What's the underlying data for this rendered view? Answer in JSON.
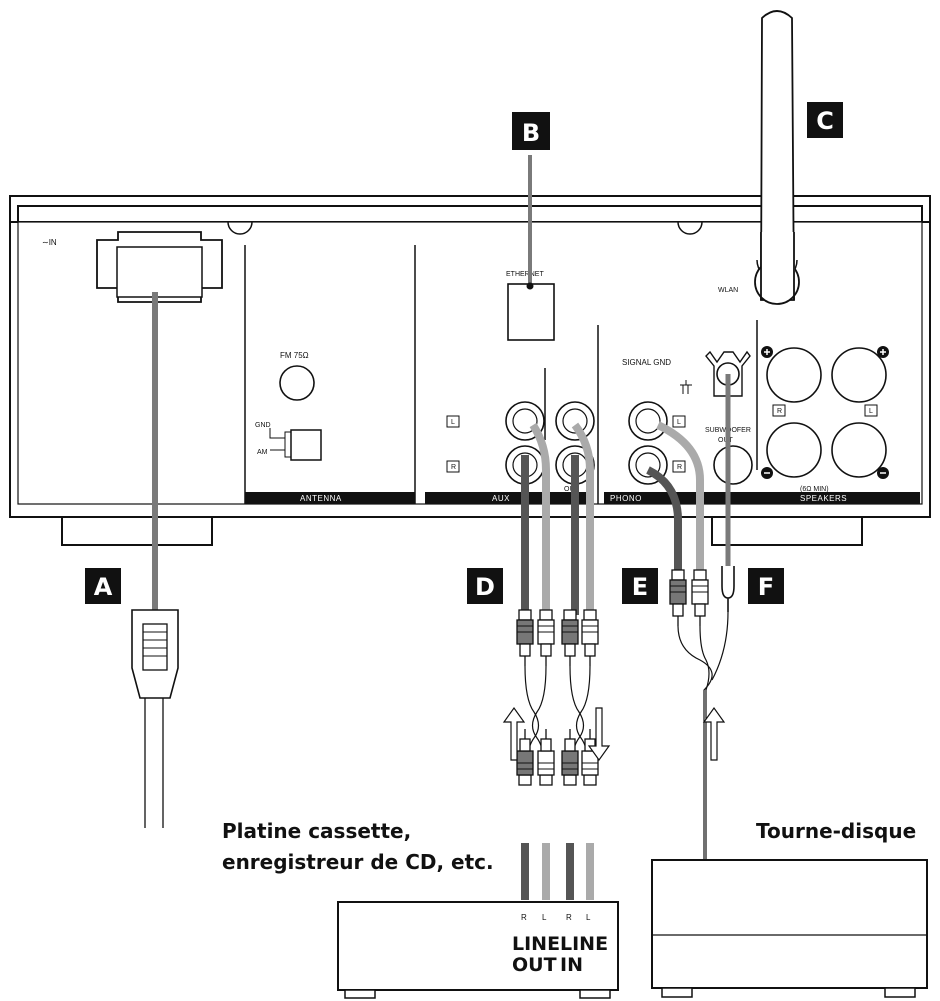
{
  "callouts": {
    "a": "A",
    "b": "B",
    "c": "C",
    "d": "D",
    "e": "E",
    "f": "F"
  },
  "rear_panel": {
    "ac_in": "∼IN",
    "fm": "FM 75Ω",
    "gnd": "GND",
    "am": "AM",
    "antenna": "ANTENNA",
    "ethernet": "ETHERNET",
    "wlan": "WLAN",
    "aux": "AUX",
    "out": "OUT",
    "phono": "PHONO",
    "signal_gnd": "SIGNAL GND",
    "subwoofer_line1": "SUBWOOFER",
    "subwoofer_line2": "OUT",
    "speakers": "SPEAKERS",
    "impedance": "(6Ω MIN)",
    "l": "L",
    "r": "R"
  },
  "devices": {
    "cassette_line1": "Platine cassette,",
    "cassette_line2": "enregistreur de CD, etc.",
    "turntable": "Tourne-disque",
    "jack_r": "R",
    "jack_l": "L",
    "line_out_1": "LINE",
    "line_out_2": "OUT",
    "line_in_1": "LINE",
    "line_in_2": "IN"
  }
}
